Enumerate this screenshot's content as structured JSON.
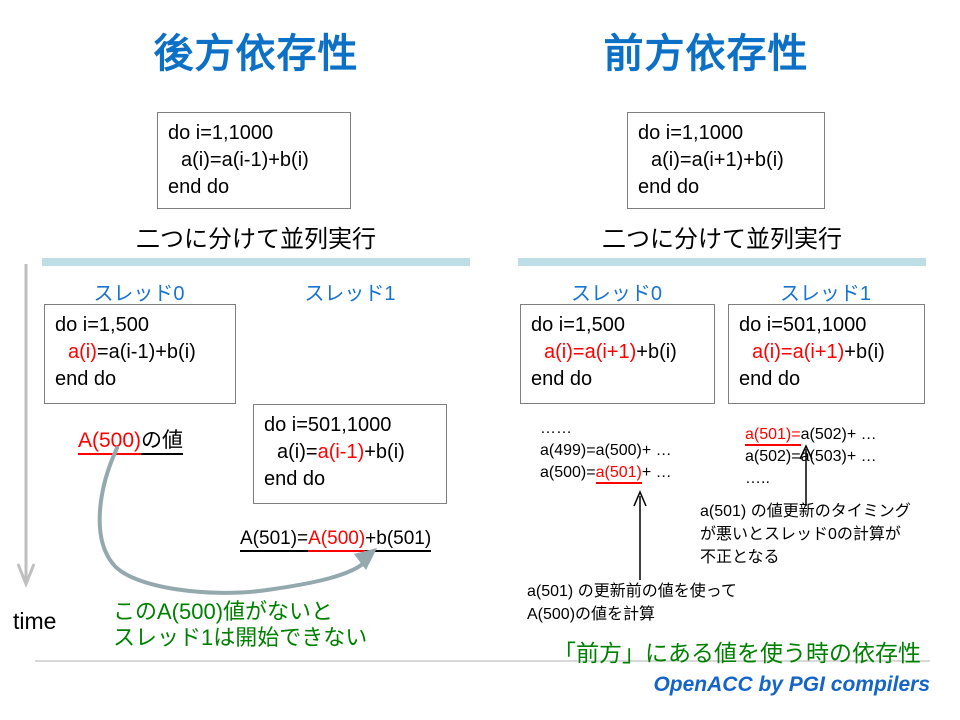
{
  "colors": {
    "title_blue": "#0B70C6",
    "thread_label_blue": "#1874D2",
    "code_red": "#FF0000",
    "note_green": "#008000",
    "divider_teal": "#BDDEE4",
    "box_border_gray": "#7F7F7F",
    "curve_arrow_gray": "#93A9AE",
    "time_arrow_gray": "#BFBFBF",
    "footer_line_gray": "#D9D9D9",
    "credit_blue": "#1565C8"
  },
  "left": {
    "title": "後方依存性",
    "main_code": {
      "l1": "do i=1,1000",
      "l2": "a(i)=a(i-1)+b(i)",
      "l3": "end do"
    },
    "split_label": "二つに分けて並列実行",
    "thread0_label": "スレッド0",
    "thread1_label": "スレッド1",
    "thread0_code": {
      "l1": "do i=1,500",
      "l2_red": "a(i)",
      "l2_rest": "=a(i-1)+b(i)",
      "l3": "end do"
    },
    "thread1_code": {
      "l1": "do i=501,1000",
      "l2_pre": "a(i)=",
      "l2_red": "a(i-1)",
      "l2_post": "+b(i)",
      "l3": "end do"
    },
    "a500_label": {
      "red_part": "A(500)",
      "black_part": "の値"
    },
    "equation": {
      "pre": "A(501)=",
      "red_part": "A(500)",
      "post": "+b(501)"
    },
    "green_note_l1": "このA(500)値がないと",
    "green_note_l2": "スレッド1は開始できない",
    "time_label": "time"
  },
  "right": {
    "title": "前方依存性",
    "main_code": {
      "l1": "do i=1,1000",
      "l2": "a(i)=a(i+1)+b(i)",
      "l3": "end do"
    },
    "split_label": "二つに分けて並列実行",
    "thread0_label": "スレッド0",
    "thread1_label": "スレッド1",
    "thread0_code": {
      "l1": "do i=1,500",
      "l2_red": "a(i)=a(i+1)",
      "l2_rest": "+b(i)",
      "l3": "end do"
    },
    "thread1_code": {
      "l1": "do i=501,1000",
      "l2_red": "a(i)=a(i+1)",
      "l2_rest": "+b(i)",
      "l3": "end do"
    },
    "trace_thread0": {
      "l1": "……",
      "l2": "a(499)=a(500)+ …",
      "l3_pre": "a(500)=",
      "l3_red": "a(501)",
      "l3_post": "+ …"
    },
    "trace_thread1": {
      "l1_red": "a(501)=",
      "l1_post": "a(502)+ …",
      "l2": "a(502)=a(503)+ …",
      "l3": "….."
    },
    "timing_note_l1": "a(501) の値更新のタイミング",
    "timing_note_l2": "が悪いとスレッド0の計算が",
    "timing_note_l3": "不正となる",
    "use_note_l1": "a(501) の更新前の値を使って",
    "use_note_l2": "A(500)の値を計算",
    "green_note": "「前方」にある値を使う時の依存性"
  },
  "footer": {
    "credit": "OpenACC by PGI compilers"
  }
}
